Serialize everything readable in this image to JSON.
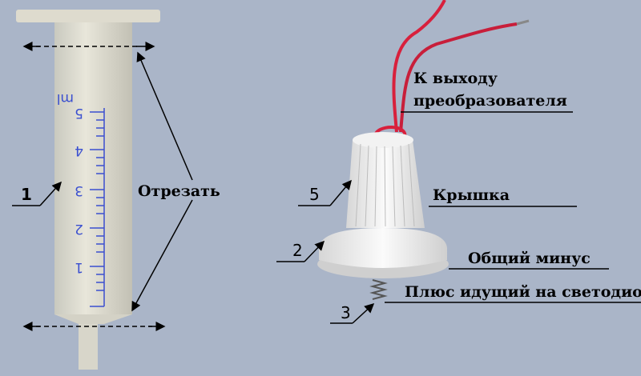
{
  "labels": {
    "converter_output_line1": "К выходу",
    "converter_output_line2": "преобразователя",
    "cut": "Отрезать",
    "cap": "Крышка",
    "common_minus": "Общий минус",
    "plus_to_led": "Плюс идущий на светодиод"
  },
  "callouts": {
    "syringe": "1",
    "cap": "5",
    "base": "2",
    "spring": "3"
  },
  "syringe_scale": {
    "unit": "ml",
    "marks": [
      "5",
      "4",
      "3",
      "2",
      "1"
    ]
  },
  "colors": {
    "background": "#aab5c8",
    "wire": "#d8203c",
    "scale": "#3a4fd0"
  }
}
